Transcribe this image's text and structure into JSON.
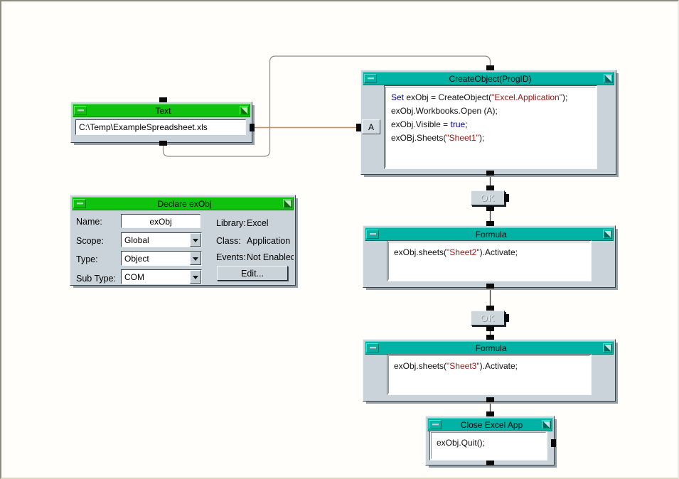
{
  "colors": {
    "green": "#0ec20e",
    "green_light": "#66e466",
    "green_dark": "#077a07",
    "teal": "#00b3a4",
    "teal_light": "#55dcd0",
    "teal_dark": "#006f66",
    "body": "#c9d3d9",
    "body_light": "#eef3f6",
    "body_dark": "#394247",
    "shadow": "#93a0a8",
    "keyword": "#00008f",
    "string": "#8f1a1a",
    "wire_data": "#e0854a",
    "wire_sequence": "#8d8d8d",
    "wire_flow": "#343c40",
    "canvas": "#fffefa"
  },
  "boxes": {
    "text": {
      "title": "Text",
      "value": "C:\\Temp\\ExampleSpreadsheet.xls"
    },
    "create_object": {
      "title": "CreateObject(ProgID)",
      "terminal": "A",
      "code": [
        [
          {
            "t": "Set",
            "c": "kw"
          },
          {
            "t": " exObj = CreateObject("
          },
          {
            "t": "\"Excel.Application\"",
            "c": "str"
          },
          {
            "t": ");"
          }
        ],
        [
          {
            "t": "exObj.Workbooks.Open (A);"
          }
        ],
        [
          {
            "t": "exObj.Visible = "
          },
          {
            "t": "true",
            "c": "kw"
          },
          {
            "t": ";"
          }
        ],
        [
          {
            "t": "exOBj.Sheets("
          },
          {
            "t": "\"Sheet1\"",
            "c": "str"
          },
          {
            "t": ");"
          }
        ]
      ]
    },
    "declare": {
      "title": "Declare exObj",
      "name_label": "Name:",
      "name_value": "exObj",
      "scope_label": "Scope:",
      "scope_value": "Global",
      "type_label": "Type:",
      "type_value": "Object",
      "subtype_label": "Sub Type:",
      "subtype_value": "COM",
      "library_label": "Library:",
      "library_value": "Excel",
      "class_label": "Class:",
      "class_value": "Application",
      "events_label": "Events:",
      "events_value": "Not Enabled",
      "edit_button": "Edit..."
    },
    "ok1": {
      "label": "OK"
    },
    "ok2": {
      "label": "OK"
    },
    "formula1": {
      "title": "Formula",
      "code": [
        [
          {
            "t": "exObj.sheets("
          },
          {
            "t": "\"Sheet2\"",
            "c": "str"
          },
          {
            "t": ").Activate;"
          }
        ]
      ]
    },
    "formula2": {
      "title": "Formula",
      "code": [
        [
          {
            "t": "exObj.sheets("
          },
          {
            "t": "\"Sheet3\"",
            "c": "str"
          },
          {
            "t": ").Activate;"
          }
        ]
      ]
    },
    "close": {
      "title": "Close Excel App",
      "code": [
        [
          {
            "t": "exObj.Quit();"
          }
        ]
      ]
    }
  }
}
